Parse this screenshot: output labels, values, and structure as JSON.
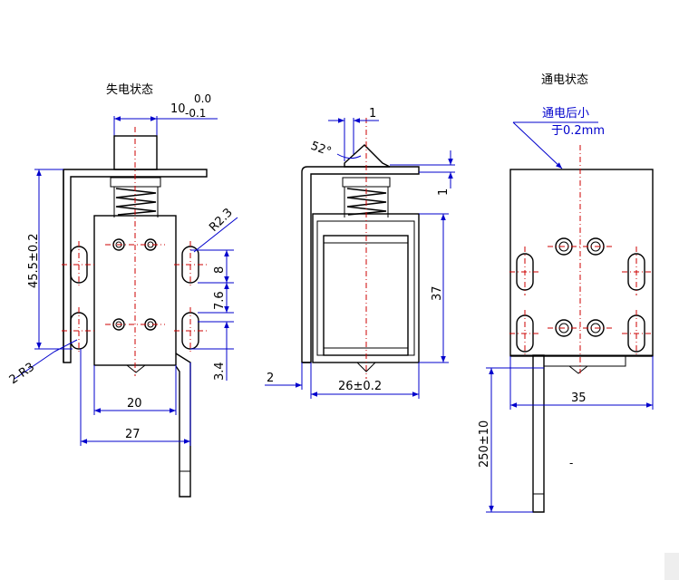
{
  "views": {
    "off": {
      "title": "失电状态"
    },
    "on": {
      "title": "通电状态",
      "note_line1": "通电后小",
      "note_line2": "于0.2mm"
    }
  },
  "dims": {
    "plunger_tol_value": "10",
    "plunger_tol_upper": "0.0",
    "plunger_tol_lower": "-0.1",
    "radius": "R2.3",
    "height_45": "45.5±0.2",
    "d8": "8",
    "d76": "7.6",
    "d34": "3.4",
    "hole": "2-R3",
    "w20": "20",
    "w27": "27",
    "angle": "52°",
    "gap1_top": "1",
    "gap1_side": "1",
    "h37": "37",
    "t2": "2",
    "w26": "26±0.2",
    "w35": "35",
    "wire": "250±10"
  },
  "colors": {
    "line": "#000000",
    "dimension": "#0000cc",
    "center": "#cc0000"
  }
}
